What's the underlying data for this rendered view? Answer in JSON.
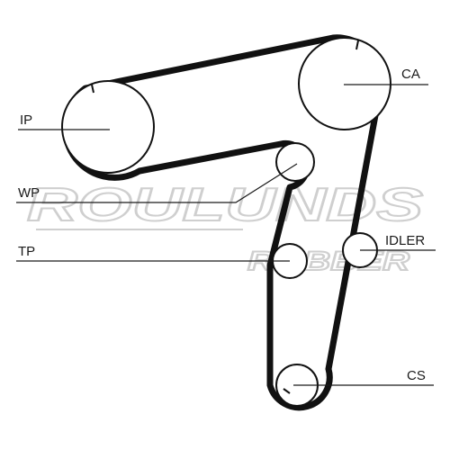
{
  "watermark": {
    "line1": "ROULUNDS",
    "line2": "ROBBER"
  },
  "labels": {
    "ip": "IP",
    "ca": "CA",
    "wp": "WP",
    "tp": "TP",
    "idler": "IDLER",
    "cs": "CS"
  },
  "colors": {
    "belt": "#111111",
    "line": "#1a1a1a",
    "watermark": "#cfcfcf"
  }
}
